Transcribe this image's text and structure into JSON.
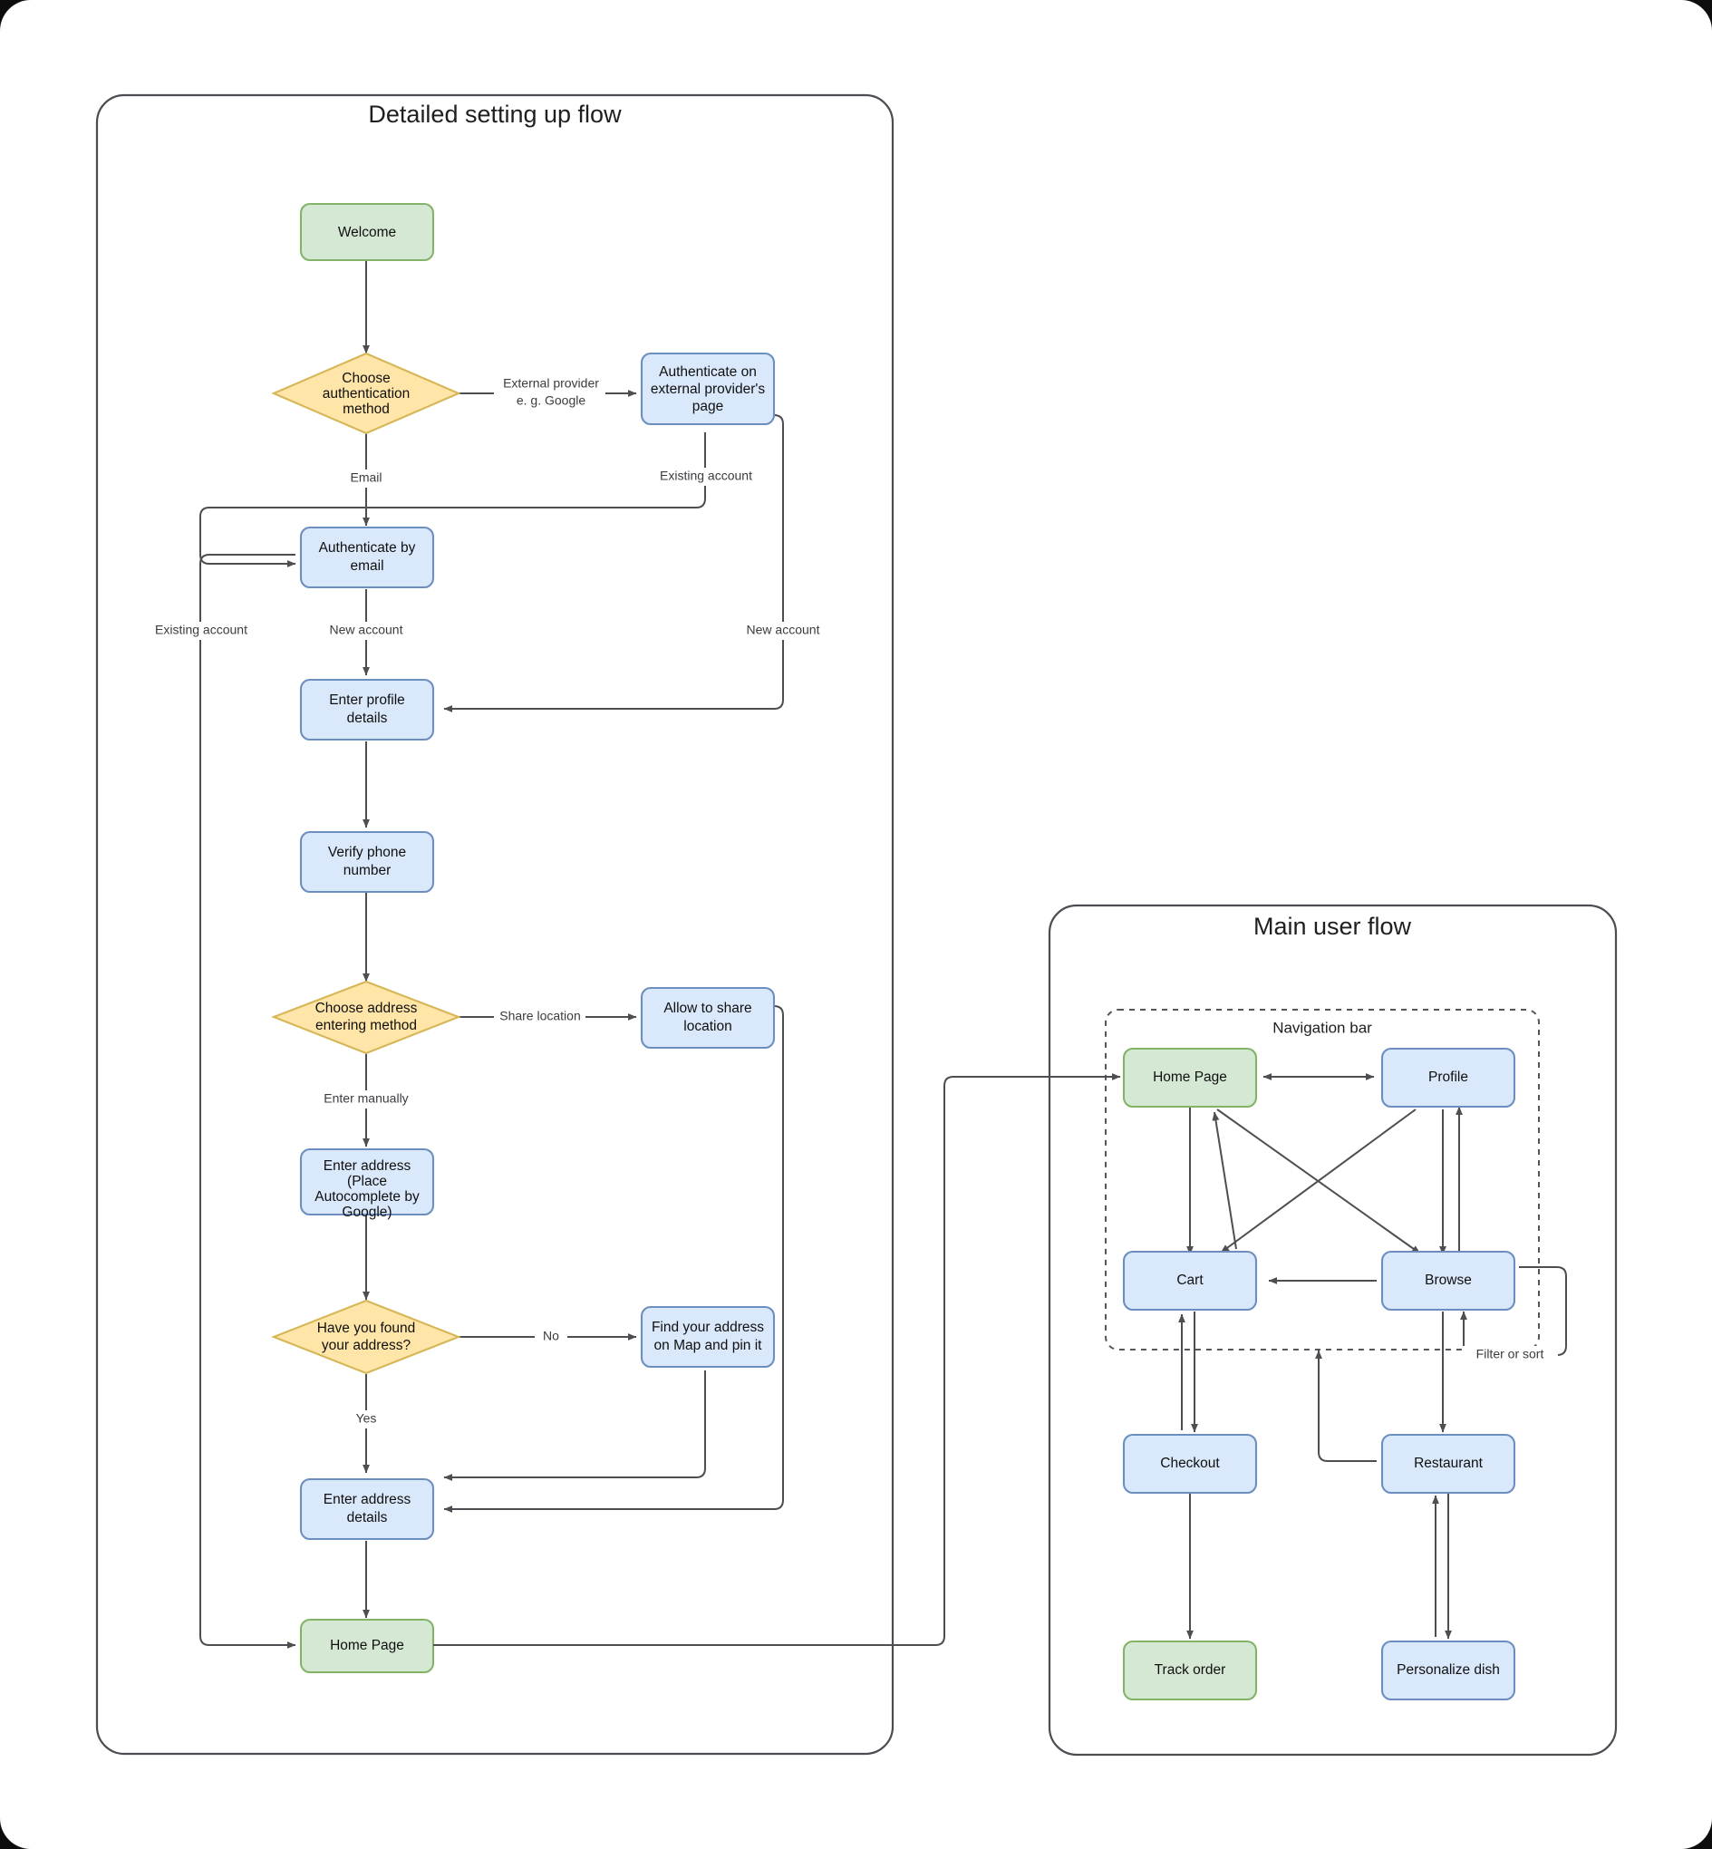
{
  "diagram": {
    "title_left": "Detailed setting up flow",
    "title_right": "Main user flow",
    "group_nav": "Navigation bar"
  },
  "colors": {
    "blue_fill": "#dae8fc",
    "blue_stroke": "#6c8ebf",
    "green_fill": "#d5e8d4",
    "green_stroke": "#82b366",
    "yellow_fill": "#ffe6a8",
    "yellow_stroke": "#d6b656",
    "edge": "#4d4d52",
    "panel_stroke": "#4c4c52"
  },
  "chart_data": {
    "type": "diagram",
    "title": "Detailed setting up flow / Main user flow",
    "panels": [
      {
        "id": "left",
        "title": "Detailed setting up flow",
        "nodes": [
          {
            "id": "welcome",
            "label": "Welcome",
            "shape": "rect",
            "color": "green"
          },
          {
            "id": "choose_auth",
            "label": "Choose authentication method",
            "shape": "diamond",
            "color": "yellow"
          },
          {
            "id": "auth_external",
            "label": "Authenticate on external provider's page",
            "shape": "rect",
            "color": "blue"
          },
          {
            "id": "auth_email",
            "label": "Authenticate by email",
            "shape": "rect",
            "color": "blue"
          },
          {
            "id": "profile_details",
            "label": "Enter profile details",
            "shape": "rect",
            "color": "blue"
          },
          {
            "id": "verify_phone",
            "label": "Verify phone number",
            "shape": "rect",
            "color": "blue"
          },
          {
            "id": "choose_address",
            "label": "Choose address entering method",
            "shape": "diamond",
            "color": "yellow"
          },
          {
            "id": "allow_location",
            "label": "Allow to share location",
            "shape": "rect",
            "color": "blue"
          },
          {
            "id": "enter_address",
            "label": "Enter address (Place Autocomplete by Google)",
            "shape": "rect",
            "color": "blue"
          },
          {
            "id": "found_address",
            "label": "Have you found your address?",
            "shape": "diamond",
            "color": "yellow"
          },
          {
            "id": "find_on_map",
            "label": "Find your address on Map and pin it",
            "shape": "rect",
            "color": "blue"
          },
          {
            "id": "address_details",
            "label": "Enter address details",
            "shape": "rect",
            "color": "blue"
          },
          {
            "id": "home_page_left",
            "label": "Home Page",
            "shape": "rect",
            "color": "green"
          }
        ],
        "edges": [
          {
            "from": "welcome",
            "to": "choose_auth",
            "label": ""
          },
          {
            "from": "choose_auth",
            "to": "auth_external",
            "label": "External provider e. g. Google"
          },
          {
            "from": "choose_auth",
            "to": "auth_email",
            "label": "Email"
          },
          {
            "from": "auth_external",
            "to": "auth_email",
            "label": "Existing account"
          },
          {
            "from": "auth_external",
            "to": "profile_details",
            "label": "New account"
          },
          {
            "from": "auth_email",
            "to": "profile_details",
            "label": "New account"
          },
          {
            "from": "auth_email",
            "to": "home_page_left",
            "label": "Existing account"
          },
          {
            "from": "profile_details",
            "to": "verify_phone",
            "label": ""
          },
          {
            "from": "verify_phone",
            "to": "choose_address",
            "label": ""
          },
          {
            "from": "choose_address",
            "to": "allow_location",
            "label": "Share location"
          },
          {
            "from": "choose_address",
            "to": "enter_address",
            "label": "Enter manually"
          },
          {
            "from": "allow_location",
            "to": "address_details",
            "label": ""
          },
          {
            "from": "enter_address",
            "to": "found_address",
            "label": ""
          },
          {
            "from": "found_address",
            "to": "find_on_map",
            "label": "No"
          },
          {
            "from": "found_address",
            "to": "address_details",
            "label": "Yes"
          },
          {
            "from": "find_on_map",
            "to": "address_details",
            "label": ""
          },
          {
            "from": "address_details",
            "to": "home_page_left",
            "label": ""
          },
          {
            "from": "home_page_left",
            "to": "home_page_main",
            "label": ""
          }
        ]
      },
      {
        "id": "right",
        "title": "Main user flow",
        "group": "Navigation bar",
        "nodes": [
          {
            "id": "home_page_main",
            "label": "Home Page",
            "shape": "rect",
            "color": "green",
            "group": "Navigation bar"
          },
          {
            "id": "profile",
            "label": "Profile",
            "shape": "rect",
            "color": "blue",
            "group": "Navigation bar"
          },
          {
            "id": "cart",
            "label": "Cart",
            "shape": "rect",
            "color": "blue",
            "group": "Navigation bar"
          },
          {
            "id": "browse",
            "label": "Browse",
            "shape": "rect",
            "color": "blue",
            "group": "Navigation bar"
          },
          {
            "id": "checkout",
            "label": "Checkout",
            "shape": "rect",
            "color": "blue"
          },
          {
            "id": "restaurant",
            "label": "Restaurant",
            "shape": "rect",
            "color": "blue"
          },
          {
            "id": "track_order",
            "label": "Track order",
            "shape": "rect",
            "color": "green"
          },
          {
            "id": "personalize_dish",
            "label": "Personalize dish",
            "shape": "rect",
            "color": "blue"
          }
        ],
        "edges": [
          {
            "from": "home_page_main",
            "to": "profile",
            "label": "",
            "bidirectional": true
          },
          {
            "from": "home_page_main",
            "to": "cart",
            "label": ""
          },
          {
            "from": "home_page_main",
            "to": "browse",
            "label": ""
          },
          {
            "from": "profile",
            "to": "home_page_main",
            "label": ""
          },
          {
            "from": "profile",
            "to": "browse",
            "label": "",
            "bidirectional": true
          },
          {
            "from": "cart",
            "to": "profile",
            "label": ""
          },
          {
            "from": "browse",
            "to": "home_page_main",
            "label": ""
          },
          {
            "from": "browse",
            "to": "cart",
            "label": ""
          },
          {
            "from": "browse",
            "to": "browse",
            "label": "Filter or sort"
          },
          {
            "from": "browse",
            "to": "restaurant",
            "label": ""
          },
          {
            "from": "cart",
            "to": "checkout",
            "label": "",
            "bidirectional": true
          },
          {
            "from": "checkout",
            "to": "track_order",
            "label": ""
          },
          {
            "from": "restaurant",
            "to": "cart",
            "label": ""
          },
          {
            "from": "restaurant",
            "to": "personalize_dish",
            "label": "",
            "bidirectional": true
          }
        ]
      }
    ],
    "labels": [
      "External provider e. g. Google",
      "Email",
      "Existing account",
      "New account",
      "Share location",
      "Enter manually",
      "No",
      "Yes",
      "Filter or sort",
      "Navigation bar"
    ]
  },
  "nodes": {
    "welcome": "Welcome",
    "choose_auth_l1": "Choose",
    "choose_auth_l2": "authentication",
    "choose_auth_l3": "method",
    "auth_external_l1": "Authenticate on",
    "auth_external_l2": "external provider's",
    "auth_external_l3": "page",
    "auth_email_l1": "Authenticate by",
    "auth_email_l2": "email",
    "profile_details_l1": "Enter profile",
    "profile_details_l2": "details",
    "verify_phone_l1": "Verify phone",
    "verify_phone_l2": "number",
    "choose_address_l1": "Choose address",
    "choose_address_l2": "entering method",
    "allow_location_l1": "Allow to share",
    "allow_location_l2": "location",
    "enter_address_l1": "Enter address",
    "enter_address_l2": "(Place",
    "enter_address_l3": "Autocomplete by",
    "enter_address_l4": "Google)",
    "found_address_l1": "Have you found",
    "found_address_l2": "your address?",
    "find_on_map_l1": "Find your address",
    "find_on_map_l2": "on Map and pin it",
    "address_details_l1": "Enter address",
    "address_details_l2": "details",
    "home_page_left": "Home Page",
    "home_page_main": "Home Page",
    "profile": "Profile",
    "cart": "Cart",
    "browse": "Browse",
    "checkout": "Checkout",
    "restaurant": "Restaurant",
    "track_order": "Track order",
    "personalize_dish": "Personalize dish"
  },
  "edge_labels": {
    "external_provider_l1": "External provider",
    "external_provider_l2": "e. g. Google",
    "email": "Email",
    "existing_account_ext": "Existing account",
    "existing_account_email": "Existing account",
    "new_account_email": "New account",
    "new_account_ext": "New account",
    "share_location": "Share location",
    "enter_manually": "Enter manually",
    "no": "No",
    "yes": "Yes",
    "filter_or_sort": "Filter or sort"
  }
}
